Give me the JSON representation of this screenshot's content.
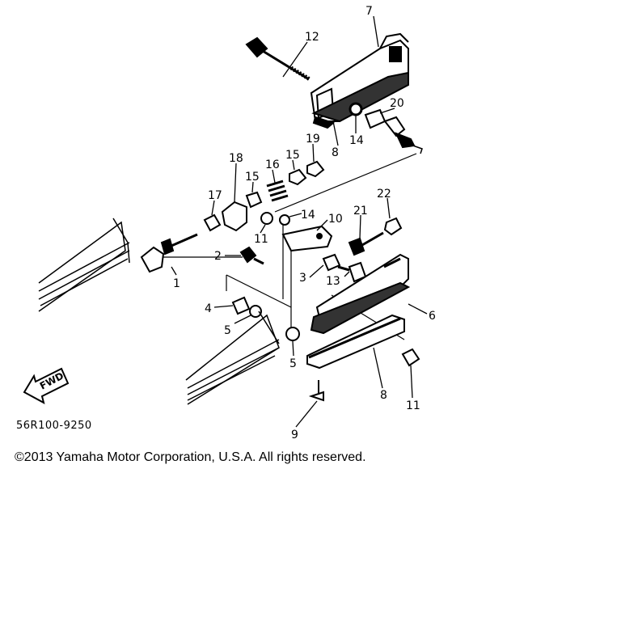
{
  "diagram": {
    "callouts": [
      {
        "id": "c7",
        "text": "7"
      },
      {
        "id": "c12",
        "text": "12"
      },
      {
        "id": "c20",
        "text": "20"
      },
      {
        "id": "c8a",
        "text": "8"
      },
      {
        "id": "c14a",
        "text": "14"
      },
      {
        "id": "c19",
        "text": "19"
      },
      {
        "id": "c18",
        "text": "18"
      },
      {
        "id": "c16",
        "text": "16"
      },
      {
        "id": "c15a",
        "text": "15"
      },
      {
        "id": "c15b",
        "text": "15"
      },
      {
        "id": "c17",
        "text": "17"
      },
      {
        "id": "c22",
        "text": "22"
      },
      {
        "id": "c14b",
        "text": "14"
      },
      {
        "id": "c10",
        "text": "10"
      },
      {
        "id": "c21",
        "text": "21"
      },
      {
        "id": "c11a",
        "text": "11"
      },
      {
        "id": "c1",
        "text": "1"
      },
      {
        "id": "c2",
        "text": "2"
      },
      {
        "id": "c3",
        "text": "3"
      },
      {
        "id": "c13",
        "text": "13"
      },
      {
        "id": "c6",
        "text": "6"
      },
      {
        "id": "c4",
        "text": "4"
      },
      {
        "id": "c5a",
        "text": "5"
      },
      {
        "id": "c5b",
        "text": "5"
      },
      {
        "id": "c8b",
        "text": "8"
      },
      {
        "id": "c11b",
        "text": "11"
      },
      {
        "id": "c9",
        "text": "9"
      }
    ],
    "fwd_label": "FWD",
    "part_code": "56R100-9250",
    "copyright": "©2013 Yamaha Motor Corporation, U.S.A. All rights reserved."
  }
}
